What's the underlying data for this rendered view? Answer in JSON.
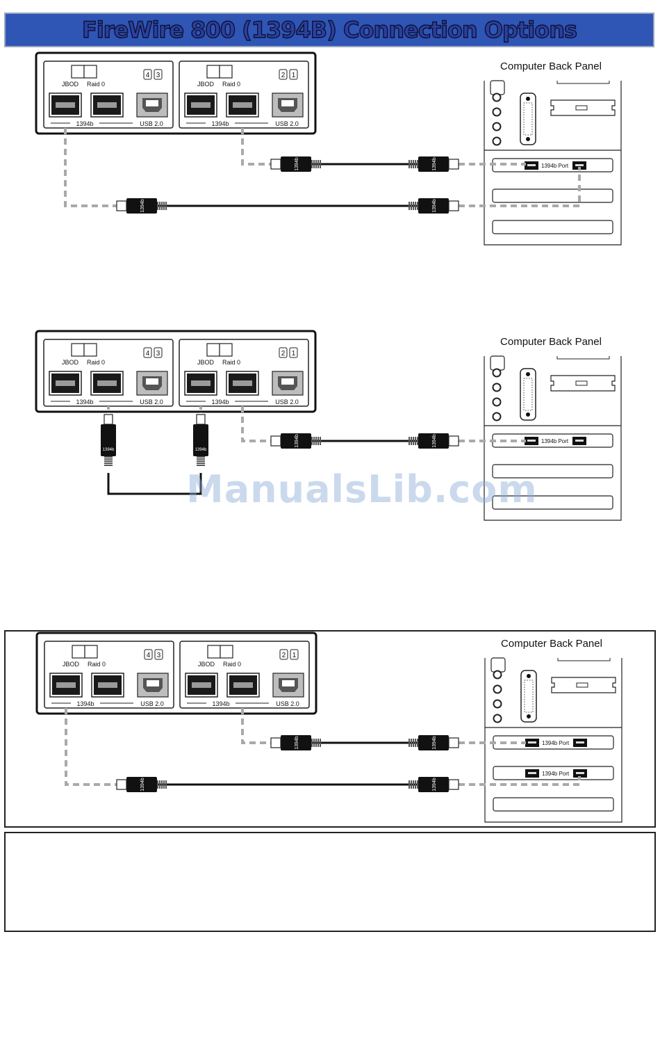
{
  "header": {
    "title": "FireWire 800 (1394B) Connection Options"
  },
  "labels": {
    "panel_title": "Computer Back Panel",
    "jbod": "JBOD",
    "raid0": "Raid 0",
    "port_1394b": "1394b",
    "usb": "USB 2.0",
    "back_panel_port": "1394b Port",
    "cable_tag": "1394b"
  },
  "drive_ids": {
    "left": [
      "4",
      "3"
    ],
    "right": [
      "2",
      "1"
    ]
  },
  "watermark": "ManualsLib.com",
  "colors": {
    "header_bg": "#2f56b5",
    "dashed_line": "#a9a9a9",
    "cable": "#111111"
  }
}
